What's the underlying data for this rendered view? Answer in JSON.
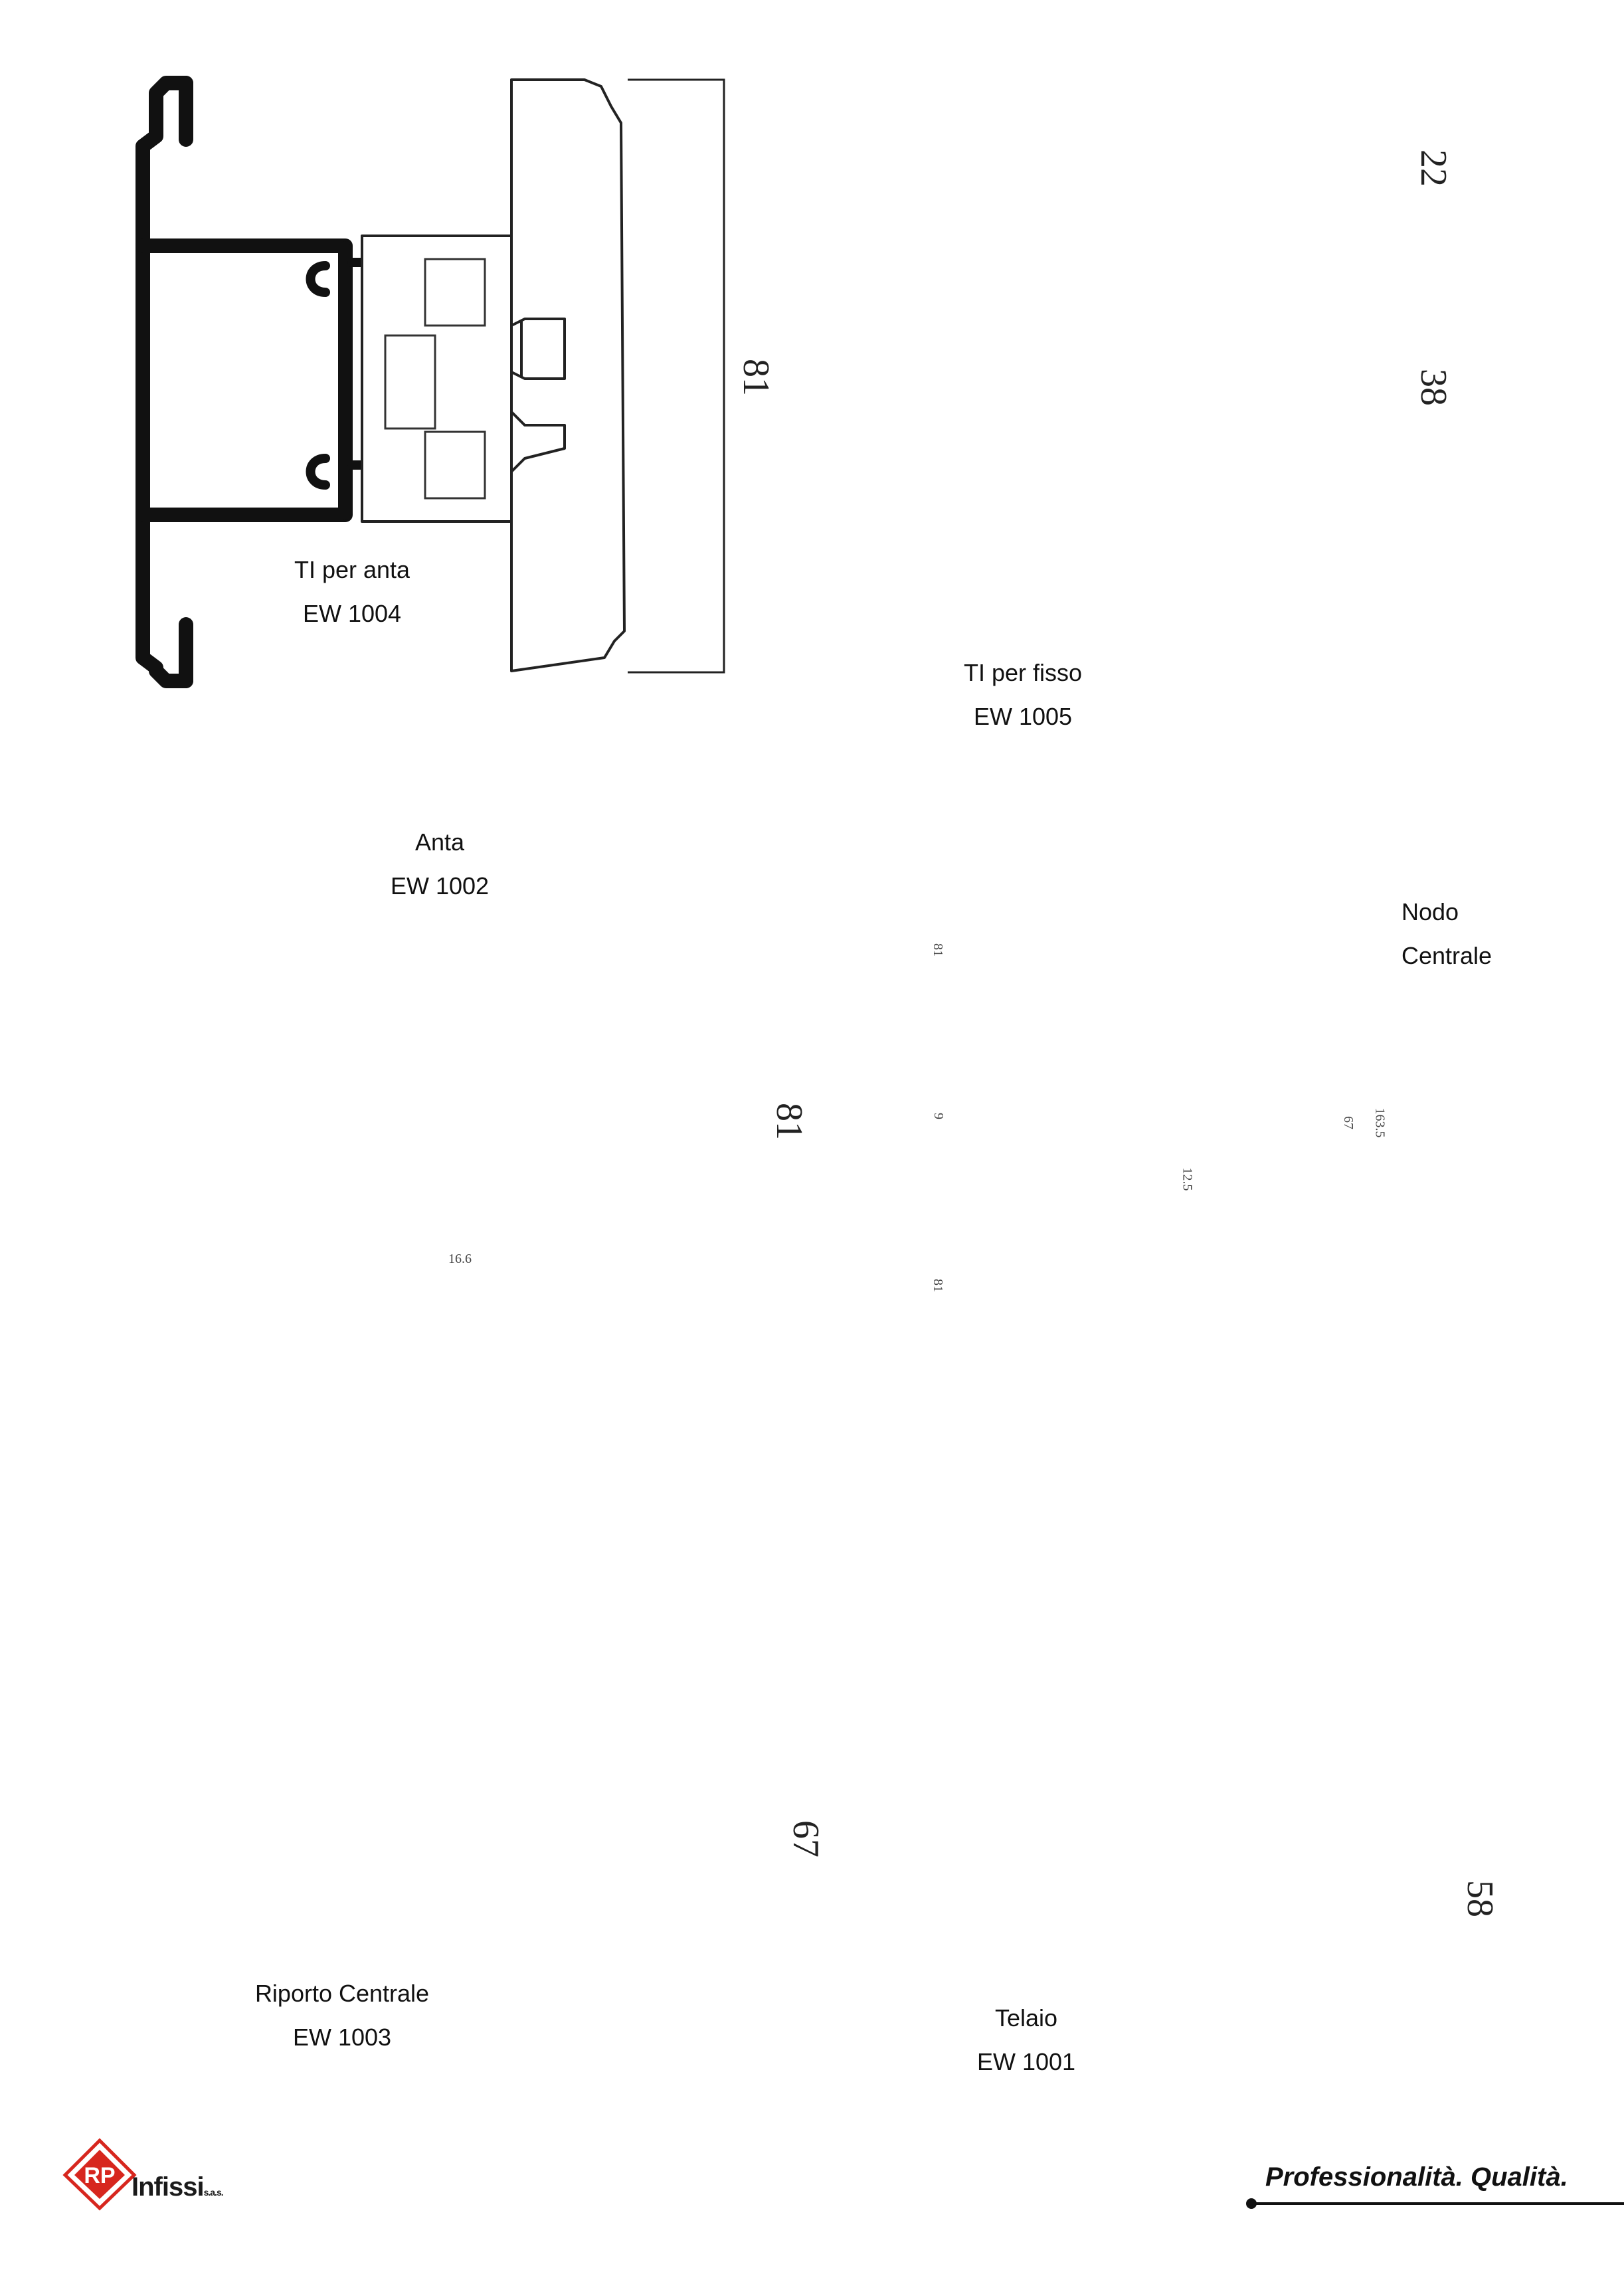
{
  "sections": {
    "ti_anta": {
      "name": "TI per anta",
      "code": "EW 1004",
      "dim": "81"
    },
    "ti_fisso": {
      "name": "TI per fisso",
      "code": "EW 1005",
      "dims": [
        "22",
        "38"
      ]
    },
    "anta": {
      "name": "Anta",
      "code": "EW 1002",
      "dim": "81",
      "small_dim": "16.6"
    },
    "nodo": {
      "name_line1": "Nodo",
      "name_line2": "Centrale",
      "dims": [
        "81",
        "9",
        "81",
        "163.5",
        "67",
        "12.5"
      ]
    },
    "riporto": {
      "name": "Riporto Centrale",
      "code": "EW 1003",
      "dim": "67"
    },
    "telaio": {
      "name": "Telaio",
      "code": "EW 1001",
      "dim": "58"
    }
  },
  "footer": {
    "logo_letters": "RP",
    "logo_word": "Infissi",
    "logo_suffix": "s.a.s.",
    "tagline": "Professionalità. Qualità."
  },
  "colors": {
    "profile": "#111111",
    "outline": "#222222",
    "accent_red": "#d7261e"
  }
}
